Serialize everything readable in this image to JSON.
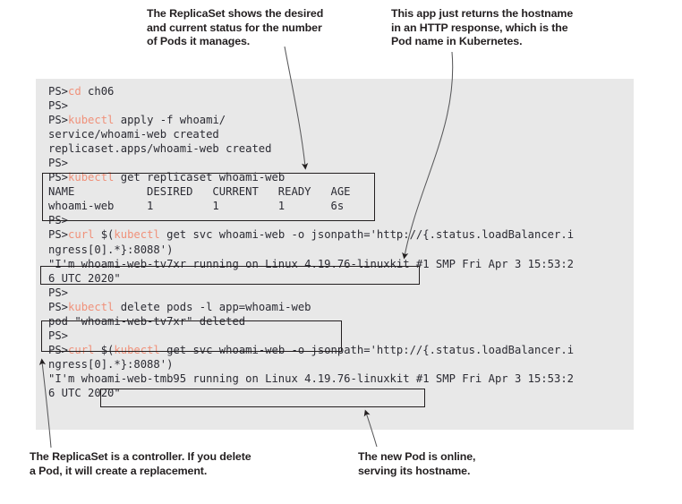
{
  "figure": {
    "callouts": [
      {
        "id": "replicaset-status",
        "text": "The ReplicaSet shows the desired\nand current status for the number\nof Pods it manages."
      },
      {
        "id": "hostname-response",
        "text": "This app just returns the hostname\nin an HTTP response, which is the\nPod name in Kubernetes."
      },
      {
        "id": "controller-replacement",
        "text": "The ReplicaSet is a controller. If you delete\na Pod, it will create a replacement."
      },
      {
        "id": "new-pod-online",
        "text": "The new Pod is online,\nserving its hostname."
      }
    ],
    "colors": {
      "terminal_background": "#e8e8e8",
      "terminal_text": "#2b2b33",
      "command_accent": "#f0917a",
      "annotation_text": "#231f20",
      "highlight_border": "#231f20"
    }
  },
  "terminal": {
    "prompt": "PS>",
    "lines": [
      {
        "prompt": "PS>",
        "cmd": "cd",
        "rest": " ch06"
      },
      {
        "prompt": "PS>",
        "cmd": "",
        "rest": ""
      },
      {
        "prompt": "PS>",
        "cmd": "kubectl",
        "rest": " apply -f whoami/"
      },
      {
        "prompt": "",
        "cmd": "",
        "rest": "service/whoami-web created"
      },
      {
        "prompt": "",
        "cmd": "",
        "rest": "replicaset.apps/whoami-web created"
      },
      {
        "prompt": "PS>",
        "cmd": "",
        "rest": ""
      },
      {
        "prompt": "PS>",
        "cmd": "kubectl",
        "rest": " get replicaset whoami-web"
      },
      {
        "prompt": "",
        "cmd": "",
        "rest": "NAME           DESIRED   CURRENT   READY   AGE"
      },
      {
        "prompt": "",
        "cmd": "",
        "rest": "whoami-web     1         1         1       6s"
      },
      {
        "prompt": "PS>",
        "cmd": "",
        "rest": ""
      },
      {
        "prompt": "PS>",
        "cmd": "curl",
        "rest": " $(",
        "cmd2": "kubectl",
        "rest2": " get svc whoami-web -o jsonpath='http://{.status.loadBalancer.i"
      },
      {
        "prompt": "",
        "cmd": "",
        "rest": "ngress[0].*}:8088')"
      },
      {
        "prompt": "",
        "cmd": "",
        "rest": "\"I'm whoami-web-tv7xr running on Linux 4.19.76-linuxkit #1 SMP Fri Apr 3 15:53:2"
      },
      {
        "prompt": "",
        "cmd": "",
        "rest": "6 UTC 2020\""
      },
      {
        "prompt": "PS>",
        "cmd": "",
        "rest": ""
      },
      {
        "prompt": "PS>",
        "cmd": "kubectl",
        "rest": " delete pods -l app=whoami-web"
      },
      {
        "prompt": "",
        "cmd": "",
        "rest": "pod \"whoami-web-tv7xr\" deleted"
      },
      {
        "prompt": "PS>",
        "cmd": "",
        "rest": ""
      },
      {
        "prompt": "PS>",
        "cmd": "curl",
        "rest": " $(",
        "cmd2": "kubectl",
        "rest2": " get svc whoami-web -o jsonpath='http://{.status.loadBalancer.i"
      },
      {
        "prompt": "",
        "cmd": "",
        "rest": "ngress[0].*}:8088')"
      },
      {
        "prompt": "",
        "cmd": "",
        "rest": "\"I'm whoami-web-tmb95 running on Linux 4.19.76-linuxkit #1 SMP Fri Apr 3 15:53:2"
      },
      {
        "prompt": "",
        "cmd": "",
        "rest": "6 UTC 2020\""
      }
    ],
    "replicaset_table": {
      "headers": [
        "NAME",
        "DESIRED",
        "CURRENT",
        "READY",
        "AGE"
      ],
      "rows": [
        [
          "whoami-web",
          "1",
          "1",
          "1",
          "6s"
        ]
      ]
    },
    "highlights": [
      {
        "id": "replicaset",
        "label": "replicaset-status-box"
      },
      {
        "id": "response-1",
        "label": "first-hostname-response-box"
      },
      {
        "id": "delete",
        "label": "delete-pods-box"
      },
      {
        "id": "response-2",
        "label": "second-hostname-response-box"
      }
    ]
  }
}
